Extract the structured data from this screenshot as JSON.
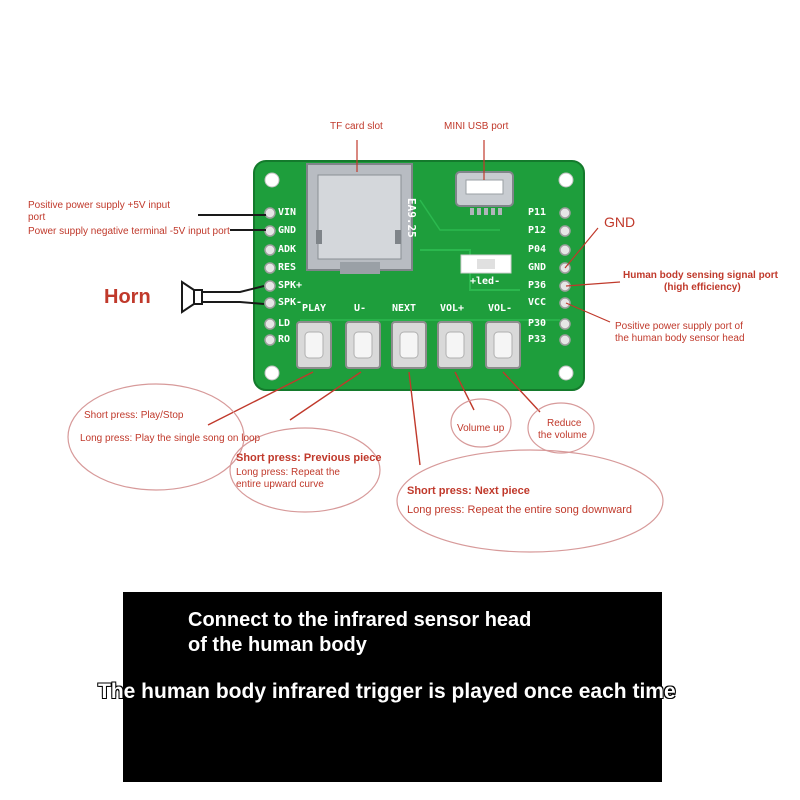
{
  "labels": {
    "tf_card_slot": "TF card slot",
    "mini_usb_port": "MINI USB port",
    "vin_note_line1": "Positive power supply +5V input",
    "vin_note_line2": "port",
    "gnd_note": "Power supply negative terminal -5V input port",
    "horn": "Horn",
    "gnd_right": "GND",
    "sensor_signal_line1": "Human body sensing signal port",
    "sensor_signal_line2": "(high efficiency)",
    "sensor_power_line1": "Positive power supply port of",
    "sensor_power_line2": "the human body sensor head",
    "play_short": "Short press: Play/Stop",
    "play_long": "Long press: Play the single song on loop",
    "prev_short": "Short press: Previous piece",
    "prev_long_line1": "Long press: Repeat the",
    "prev_long_line2": "entire upward curve",
    "next_short": "Short press: Next piece",
    "next_long": "Long press: Repeat the entire song downward",
    "volume_up": "Volume up",
    "reduce_line1": "Reduce",
    "reduce_line2": "the volume"
  },
  "board": {
    "left_pins": [
      "VIN",
      "GND",
      "ADK",
      "RES",
      "SPK+",
      "SPK-",
      "LD",
      "RO"
    ],
    "right_pins": [
      "P11",
      "P12",
      "P04",
      "GND",
      "P36",
      "VCC",
      "P30",
      "P33"
    ],
    "buttons": [
      "PLAY",
      "U-",
      "NEXT",
      "VOL+",
      "VOL-"
    ],
    "chip_label": "EA9.25",
    "led_label": "+led-"
  },
  "banner": {
    "line1": "Connect to the infrared sensor head",
    "line2": "of the human body",
    "line3": "The human body infrared trigger is played once each time"
  },
  "colors": {
    "board_green": "#1e9e3c",
    "label_red": "#c0392b",
    "banner_bg": "#000000"
  }
}
